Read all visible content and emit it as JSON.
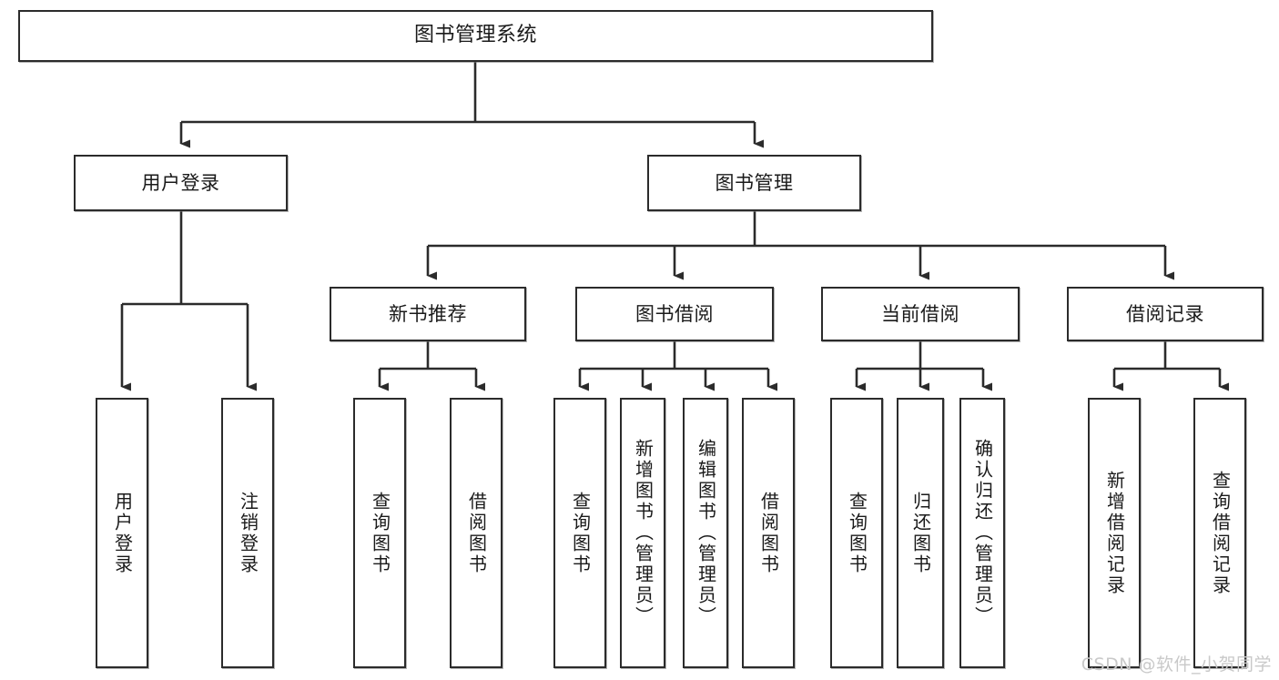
{
  "diagram": {
    "title": "图书管理系统",
    "type": "tree-hierarchy-chart",
    "watermark": "CSDN @软件_小贺同学",
    "colors": {
      "node_border": "#2b2b2b",
      "node_fill": "#ffffff",
      "edge": "#2b2b2b",
      "text": "#1a1a1a",
      "watermark": "#c9c9c9",
      "background": "#ffffff"
    }
  },
  "nodes": {
    "root": {
      "label": "图书管理系统"
    },
    "level2": [
      {
        "label": "用户登录"
      },
      {
        "label": "图书管理"
      }
    ],
    "level3": [
      {
        "label": "新书推荐"
      },
      {
        "label": "图书借阅"
      },
      {
        "label": "当前借阅"
      },
      {
        "label": "借阅记录"
      }
    ],
    "leaves": [
      {
        "label": "用户登录"
      },
      {
        "label": "注销登录"
      },
      {
        "label": "查询图书"
      },
      {
        "label": "借阅图书"
      },
      {
        "label": "查询图书"
      },
      {
        "label": "新增图书（管理员）"
      },
      {
        "label": "编辑图书（管理员）"
      },
      {
        "label": "借阅图书"
      },
      {
        "label": "查询图书"
      },
      {
        "label": "归还图书"
      },
      {
        "label": "确认归还（管理员）"
      },
      {
        "label": "新增借阅记录"
      },
      {
        "label": "查询借阅记录"
      }
    ]
  }
}
